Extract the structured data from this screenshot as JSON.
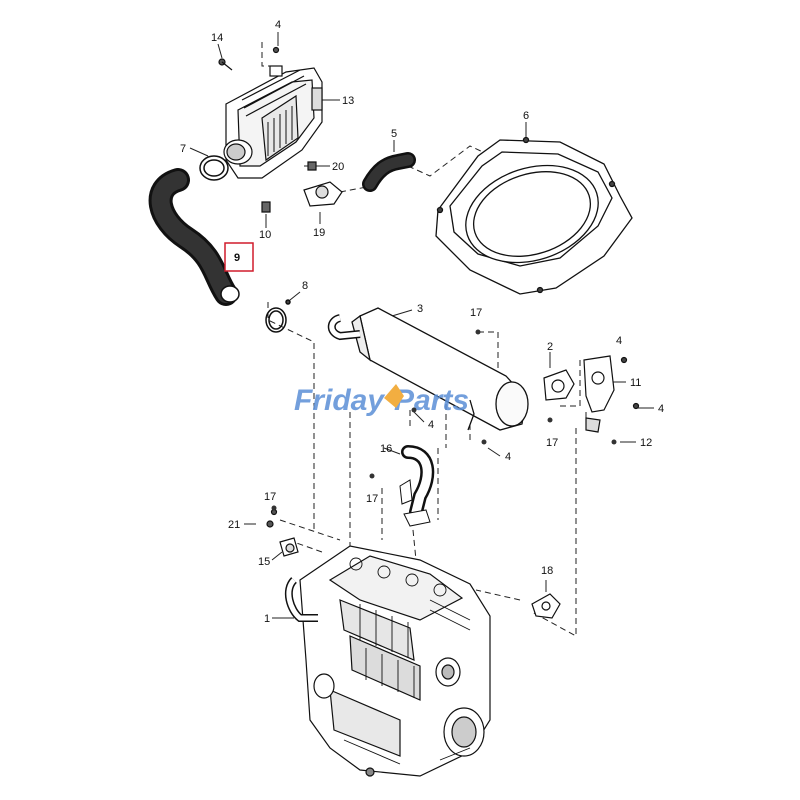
{
  "watermark": {
    "text_left": "Friday",
    "text_right": "Parts",
    "color": "#5b8fd6"
  },
  "highlight_color": "#d01c2c",
  "callouts": {
    "c4a": "4",
    "c14": "14",
    "c13": "13",
    "c7": "7",
    "c20": "20",
    "c5": "5",
    "c6": "6",
    "c10": "10",
    "c19": "19",
    "c9": "9",
    "c8": "8",
    "c3": "3",
    "c17a": "17",
    "c2": "2",
    "c4b": "4",
    "c11": "11",
    "c4c": "4",
    "c4d": "4",
    "c17b": "17",
    "c12": "12",
    "c4e": "4",
    "c16": "16",
    "c17c": "17",
    "c17d": "17",
    "c21": "21",
    "c15": "15",
    "c18": "18",
    "c1": "1"
  }
}
